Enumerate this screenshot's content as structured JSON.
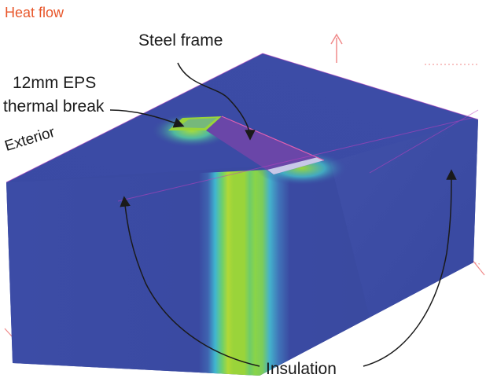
{
  "labels": {
    "heat_flow": "Heat flow",
    "steel_frame": "Steel frame",
    "eps_line1": "12mm EPS",
    "eps_line2": "thermal break",
    "exterior": "Exterior",
    "insulation": "Insulation"
  },
  "colors": {
    "heat_flow_text": "#e8562a",
    "insulation_field": "#3a4aa0",
    "steel_frame_face": "#6a46a8",
    "thermal_bridge_hot": "#9ad43a",
    "axis_arrow": "#f08a8a",
    "annotation_ink": "#1a1a1a"
  },
  "icons": {
    "axis_arrow": "axis-arrow-icon",
    "annotation_arrow": "arrow-icon"
  }
}
